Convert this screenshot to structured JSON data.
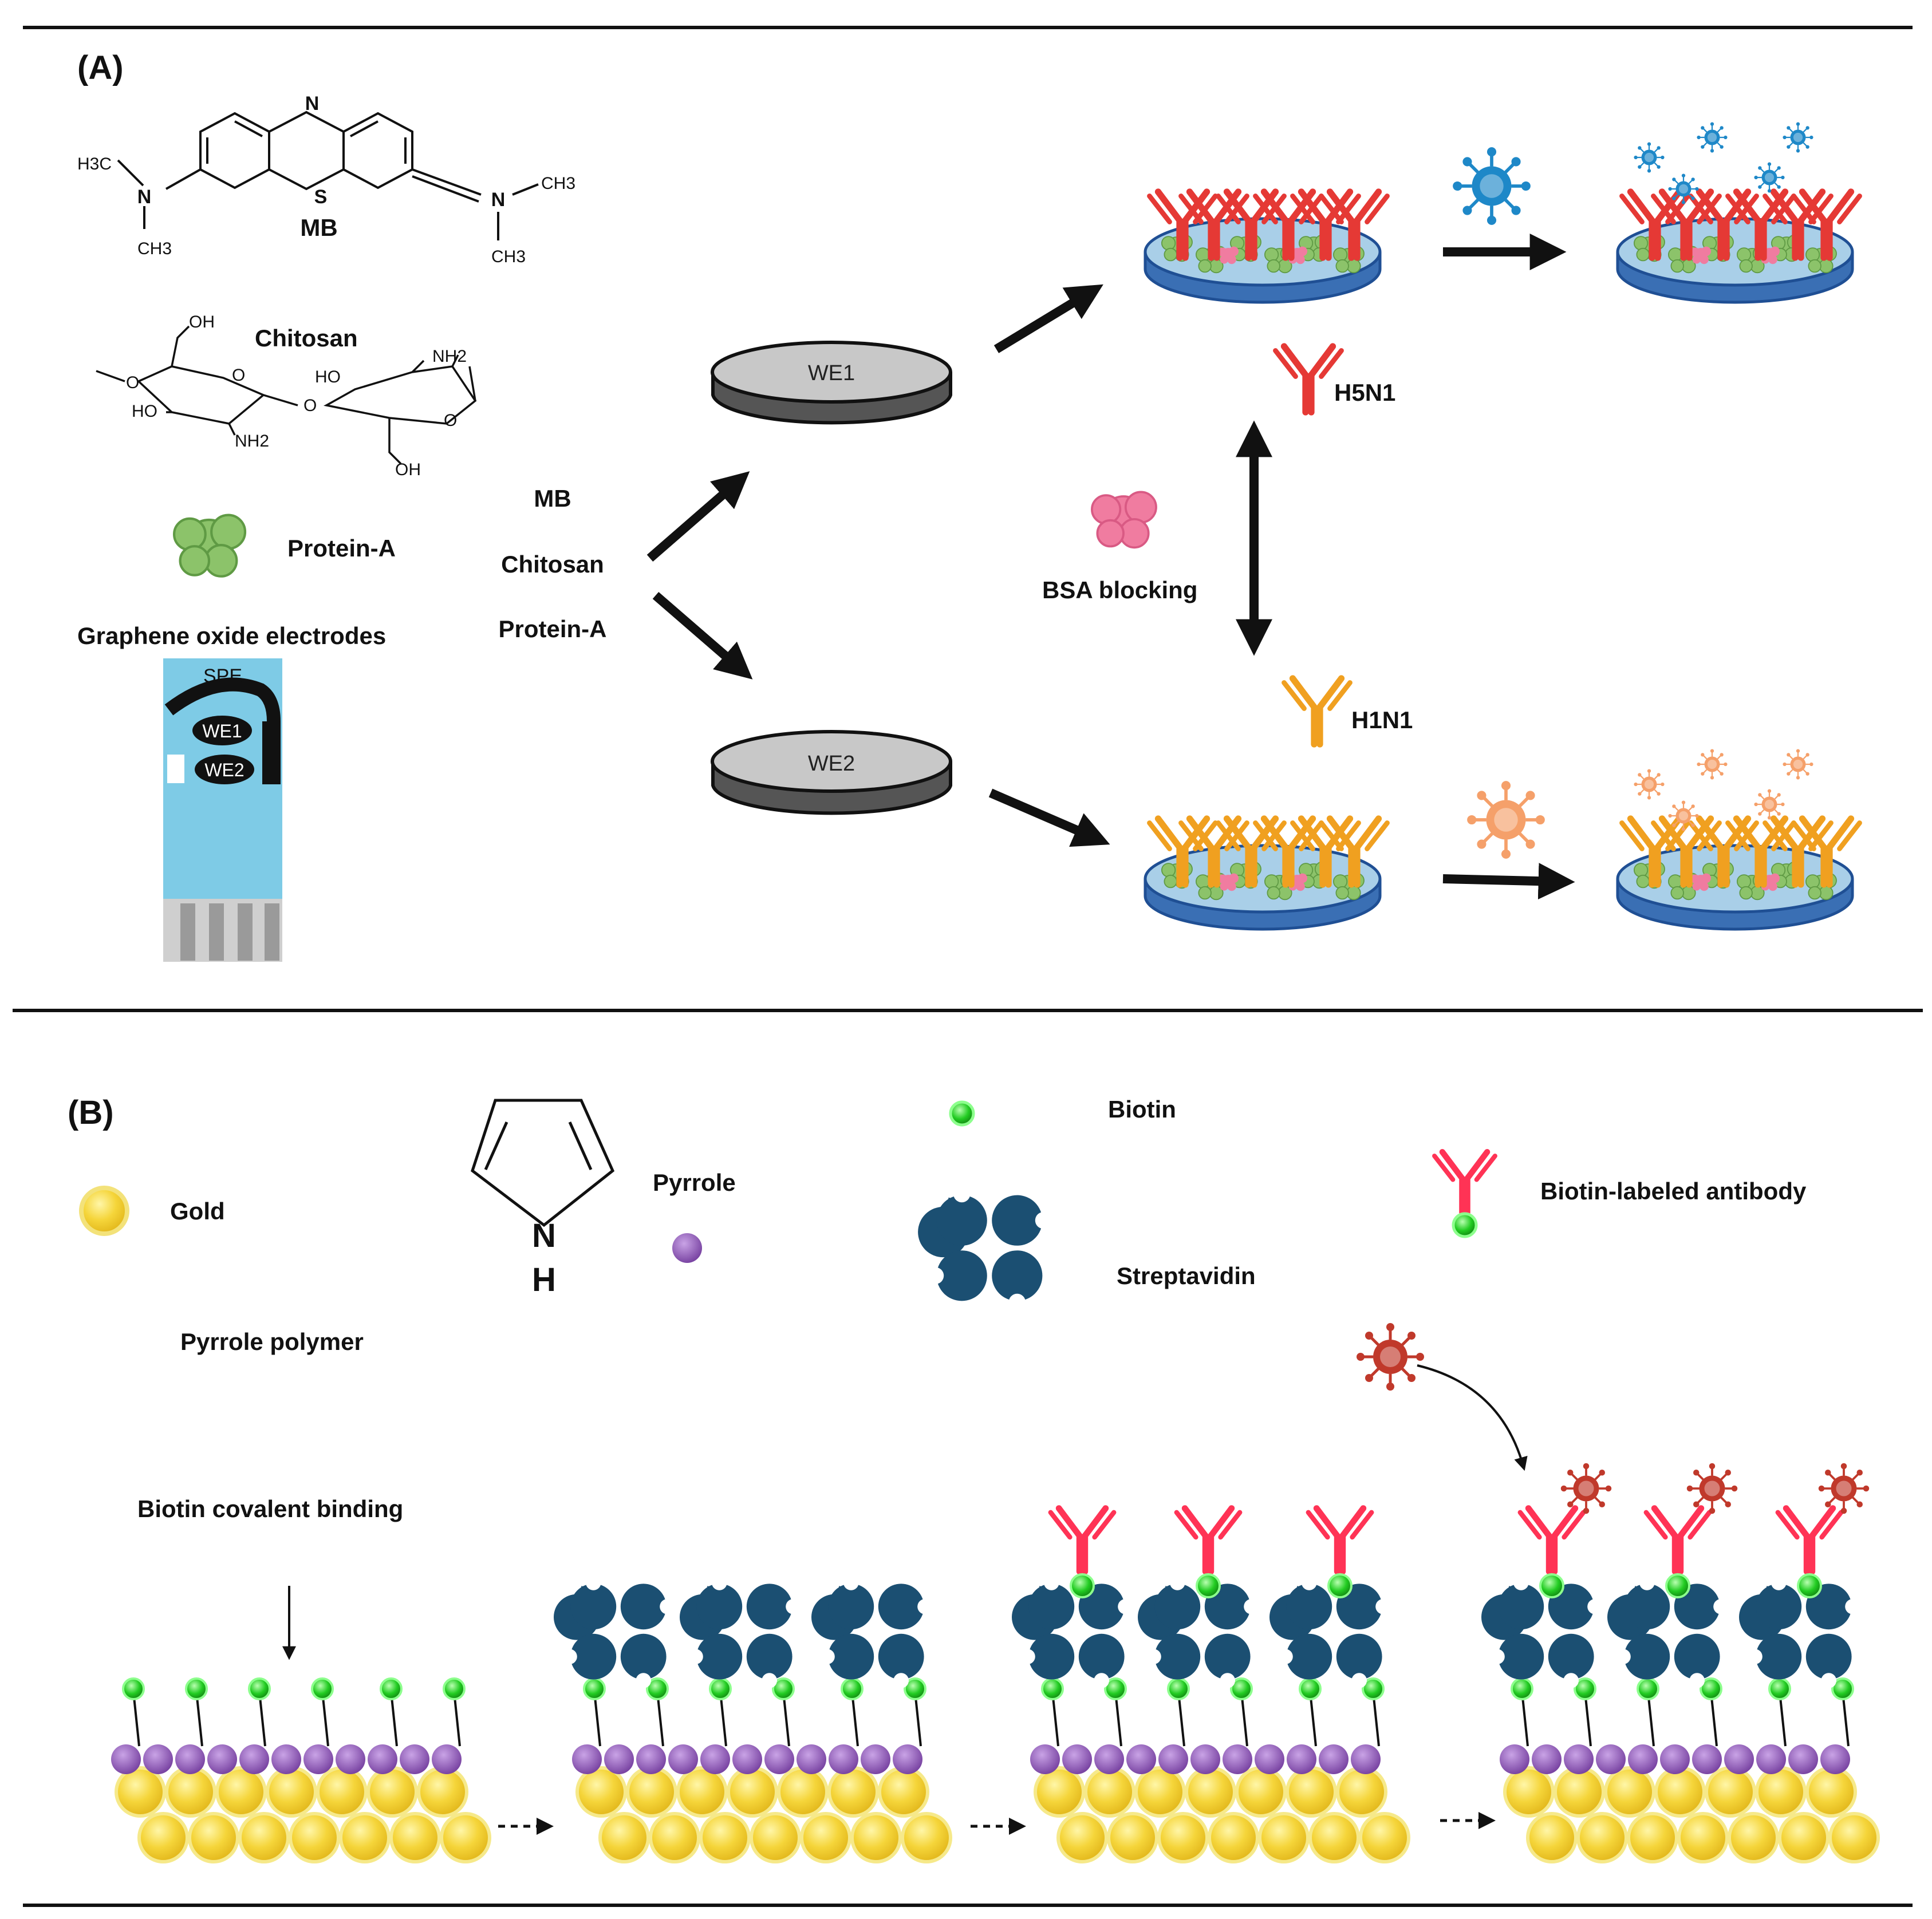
{
  "panel_a": {
    "tag": "(A)",
    "mb": {
      "name": "MB",
      "n_top": "N",
      "s": "S",
      "n_left": "N",
      "n_right": "N",
      "h3c": "H3C",
      "ch3_left": "CH3",
      "ch3_right_top": "CH3",
      "ch3_right_bottom": "CH3"
    },
    "chitosan": {
      "name": "Chitosan",
      "oh1": "OH",
      "o1": "O",
      "ho1": "HO",
      "nh2_1": "NH2",
      "o_link": "O",
      "ho2": "HO",
      "nh2_2": "NH2",
      "o2": "O",
      "oh2": "OH",
      "o_end": "O"
    },
    "protein_a": "Protein-A",
    "electrodes_title": "Graphene oxide electrodes",
    "spe": "SPE",
    "spe_we1": "WE1",
    "spe_we2": "WE2",
    "mods": [
      "MB",
      "Chitosan",
      "Protein-A"
    ],
    "disk1": "WE1",
    "disk2": "WE2",
    "bsa": "BSA blocking",
    "h5n1": "H5N1",
    "h1n1": "H1N1",
    "colors": {
      "h5n1_antibody": "#e53935",
      "h1n1_antibody": "#f0a020",
      "protein_a": "#8cc36a",
      "bsa": "#f07ca0",
      "virus_h5n1": "#1e88c8",
      "virus_h1n1": "#f5a06a",
      "spe_body": "#7ecbe6",
      "disk_top": "#a9cfe8",
      "disk_side": "#3a6fb4"
    }
  },
  "panel_b": {
    "tag": "(B)",
    "gold": "Gold",
    "pyrrole": "Pyrrole",
    "pyrrole_n": "N",
    "pyrrole_h": "H",
    "pyrrole_polymer": "Pyrrole polymer",
    "biotin": "Biotin",
    "streptavidin": "Streptavidin",
    "biotin_antibody": "Biotin-labeled antibody",
    "covalent": "Biotin covalent binding",
    "colors": {
      "gold": "#f5d53a",
      "pyrrole": "#8e5bb5",
      "biotin": "#22cc22",
      "streptavidin": "#1b4f72",
      "antibody": "#ff3355",
      "virus": "#c0392b"
    }
  }
}
